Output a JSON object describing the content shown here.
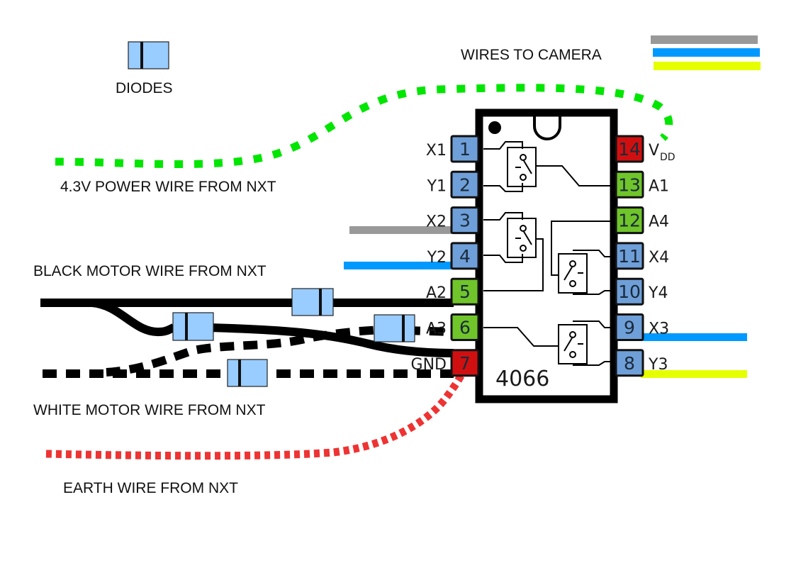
{
  "labels": {
    "diodes": "DIODES",
    "wires_to_camera": "WIRES TO CAMERA",
    "power_wire": "4.3V POWER WIRE FROM NXT",
    "black_motor_wire": "BLACK MOTOR WIRE FROM NXT",
    "white_motor_wire": "WHITE MOTOR WIRE FROM NXT",
    "earth_wire": "EARTH WIRE FROM NXT"
  },
  "chip": {
    "name": "4066",
    "left_pins": [
      {
        "num": "1",
        "label": "X1",
        "color": "#6f9fd8"
      },
      {
        "num": "2",
        "label": "Y1",
        "color": "#6f9fd8"
      },
      {
        "num": "3",
        "label": "X2",
        "color": "#6f9fd8"
      },
      {
        "num": "4",
        "label": "Y2",
        "color": "#6f9fd8"
      },
      {
        "num": "5",
        "label": "A2",
        "color": "#6fc52a"
      },
      {
        "num": "6",
        "label": "A3",
        "color": "#6fc52a"
      },
      {
        "num": "7",
        "label": "GND",
        "color": "#d01010"
      }
    ],
    "right_pins": [
      {
        "num": "14",
        "label": "V",
        "sub": "DD",
        "color": "#d01010"
      },
      {
        "num": "13",
        "label": "A1",
        "color": "#6fc52a"
      },
      {
        "num": "12",
        "label": "A4",
        "color": "#6fc52a"
      },
      {
        "num": "11",
        "label": "X4",
        "color": "#6f9fd8"
      },
      {
        "num": "10",
        "label": "Y4",
        "color": "#6f9fd8"
      },
      {
        "num": "9",
        "label": "X3",
        "color": "#6f9fd8"
      },
      {
        "num": "8",
        "label": "Y3",
        "color": "#6f9fd8"
      }
    ]
  },
  "colors": {
    "diode_fill": "#99ccff",
    "camera_wire_gray": "#999999",
    "camera_wire_blue": "#0099ff",
    "camera_wire_yellow": "#e5ff00",
    "power_wire_green": "#00e600",
    "earth_wire_red": "#ee3333",
    "motor_wire_black": "#000000"
  }
}
